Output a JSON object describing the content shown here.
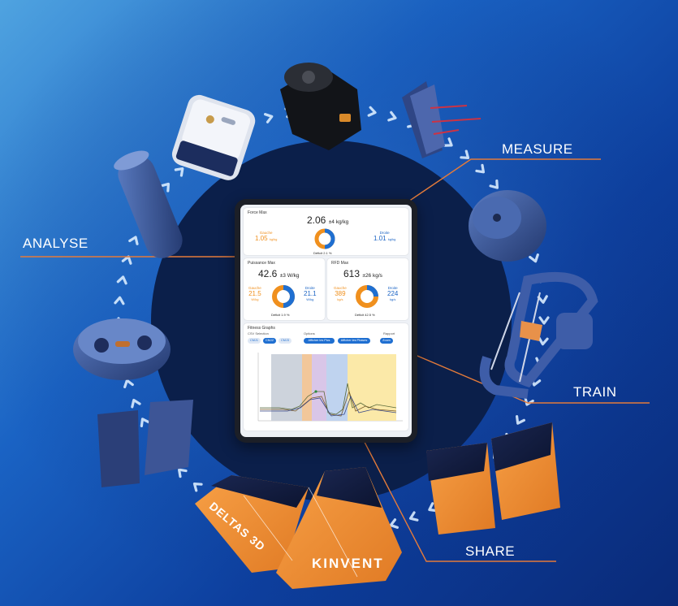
{
  "labels": {
    "measure": "MEASURE",
    "analyse": "ANALYSE",
    "train": "TRAIN",
    "share": "SHARE"
  },
  "tablet": {
    "force_max": {
      "title": "Force Max",
      "value": "2.06",
      "unit": "±4 kg/kg",
      "left_label": "Gauche",
      "left_value": "1.05",
      "left_unit": "kg/kg",
      "right_label": "Droite",
      "right_value": "1.01",
      "right_unit": "kg/kg",
      "deficit": "Déficit 2.1 %"
    },
    "puissance_max": {
      "title": "Puissance Max",
      "value": "42.6",
      "unit": "±3 W/kg",
      "left_label": "Gauche",
      "left_value": "21.5",
      "left_unit": "W/kg",
      "right_label": "Droite",
      "right_value": "21.1",
      "right_unit": "W/kg",
      "deficit": "Déficit 1.9 %"
    },
    "rfd_max": {
      "title": "RFD Max",
      "value": "613",
      "unit": "±26 kg/s",
      "left_label": "Gauche",
      "left_value": "389",
      "left_unit": "kg/s",
      "right_label": "Droite",
      "right_value": "224",
      "right_unit": "kg/s",
      "deficit": "Déficit 42.5 %"
    },
    "graphs": {
      "title": "Fitness Graphs",
      "selection_label": "CSV Selection",
      "options_label": "Options",
      "side_label": "Rapport",
      "pills": [
        "CMJ1",
        "CMJ2",
        "CMJ3"
      ],
      "option_pills": [
        "Afficher les Pics",
        "Afficher les Phases",
        "Zoom"
      ]
    }
  },
  "brand": {
    "kinvent": "KINVENT",
    "delta": "DELTAS 3D"
  },
  "colors": {
    "accent_orange": "#f0901e",
    "accent_blue": "#1f6fd1",
    "line_orange": "#e86a2c"
  }
}
